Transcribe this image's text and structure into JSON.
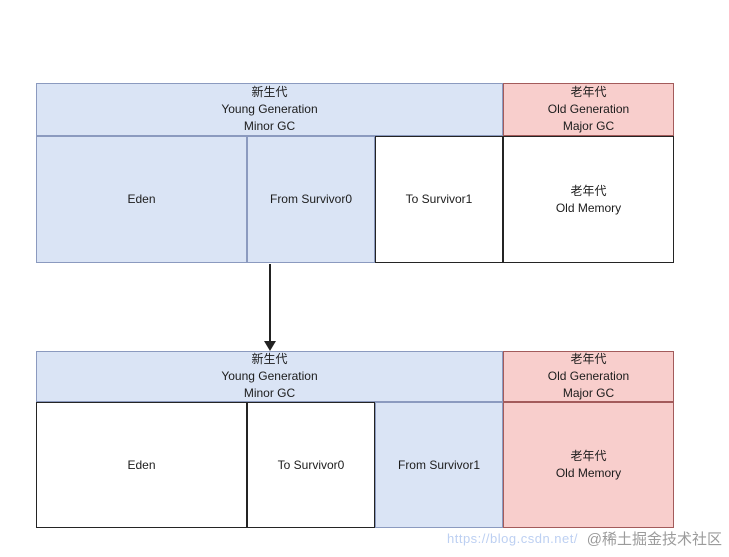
{
  "colors": {
    "blue_fill": "#dae4f5",
    "blue_border": "#8b9abf",
    "pink_fill": "#f8cecc",
    "pink_border": "#a35b5b",
    "white_fill": "#ffffff",
    "white_border": "#242424",
    "arrow": "#222222",
    "watermark_blue": "#bdd0f2",
    "watermark_gray": "#9b9b9b"
  },
  "diagram": {
    "tables": [
      {
        "name": "memory-layout-before-gc",
        "young_header": {
          "line1": "新生代",
          "line2": "Young Generation",
          "line3": "Minor GC",
          "style": "blue"
        },
        "old_header": {
          "line1": "老年代",
          "line2": "Old Generation",
          "line3": "Major GC",
          "style": "pink"
        },
        "cells": [
          {
            "label": "Eden",
            "style": "blue"
          },
          {
            "label": "From Survivor0",
            "style": "blue"
          },
          {
            "label": "To Survivor1",
            "style": "white"
          },
          {
            "line1": "老年代",
            "line2": "Old Memory",
            "style": "white"
          }
        ]
      },
      {
        "name": "memory-layout-after-gc",
        "young_header": {
          "line1": "新生代",
          "line2": "Young Generation",
          "line3": "Minor GC",
          "style": "blue"
        },
        "old_header": {
          "line1": "老年代",
          "line2": "Old Generation",
          "line3": "Major GC",
          "style": "pink"
        },
        "cells": [
          {
            "label": "Eden",
            "style": "white"
          },
          {
            "label": "To Survivor0",
            "style": "white"
          },
          {
            "label": "From Survivor1",
            "style": "blue"
          },
          {
            "line1": "老年代",
            "line2": "Old Memory",
            "style": "pink"
          }
        ]
      }
    ],
    "arrow": {
      "direction": "down",
      "from": "From Survivor0",
      "to": "young-generation-header"
    }
  },
  "watermarks": {
    "url": "https://blog.csdn.net/",
    "credit": "@稀土掘金技术社区"
  }
}
